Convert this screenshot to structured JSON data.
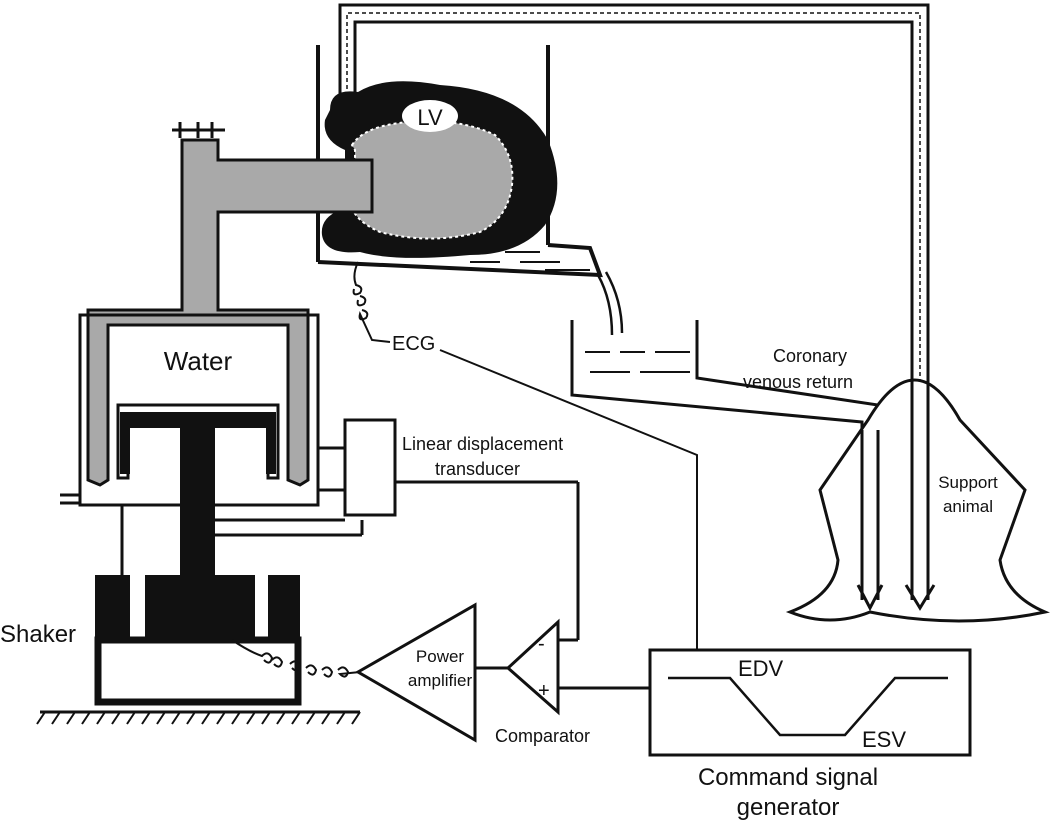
{
  "labels": {
    "lv": "LV",
    "water": "Water",
    "ecg": "ECG",
    "coronary_line1": "Coronary",
    "coronary_line2": "venous return",
    "ldt_line1": "Linear displacement",
    "ldt_line2": "transducer",
    "support_line1": "Support",
    "support_line2": "animal",
    "shaker": "Shaker",
    "power_line1": "Power",
    "power_line2": "amplifier",
    "comparator": "Comparator",
    "minus": "-",
    "plus": "+",
    "edv": "EDV",
    "esv": "ESV",
    "csg_line1": "Command signal",
    "csg_line2": "generator"
  },
  "colors": {
    "ink": "#111111",
    "fluid": "#a9a9a9",
    "background": "#ffffff"
  }
}
